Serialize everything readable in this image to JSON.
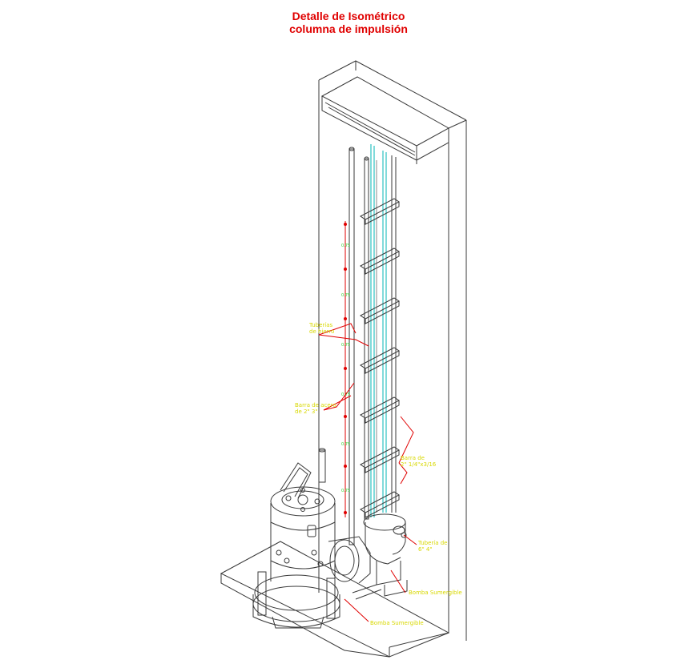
{
  "title": {
    "line1": "Detalle de Isométrico",
    "line2": "columna de impulsión"
  },
  "labels": {
    "label_a_line1": "Tuberías",
    "label_a_line2": "de hierro",
    "label_b_line1": "Barra de acero",
    "label_b_line2": "de 2\" 3\"",
    "label_c_line1": "Barra de",
    "label_c_line2": "2\" 1/4\"x3/16",
    "label_d_line1": "Tubería de",
    "label_d_line2": "6\" 4\"",
    "label_e": "Bomba Sumergible",
    "label_f": "Bomba Sumergible"
  },
  "dimension_marks": [
    "0.75",
    "0.75",
    "0.75",
    "0.75",
    "0.75",
    "0.75"
  ],
  "colors": {
    "title": "#e00000",
    "linework": "#3a3a3a",
    "callout": "#d8d800",
    "leader": "#e00000",
    "dimension": "#2bd12b",
    "pipe": "#00b4b4"
  }
}
